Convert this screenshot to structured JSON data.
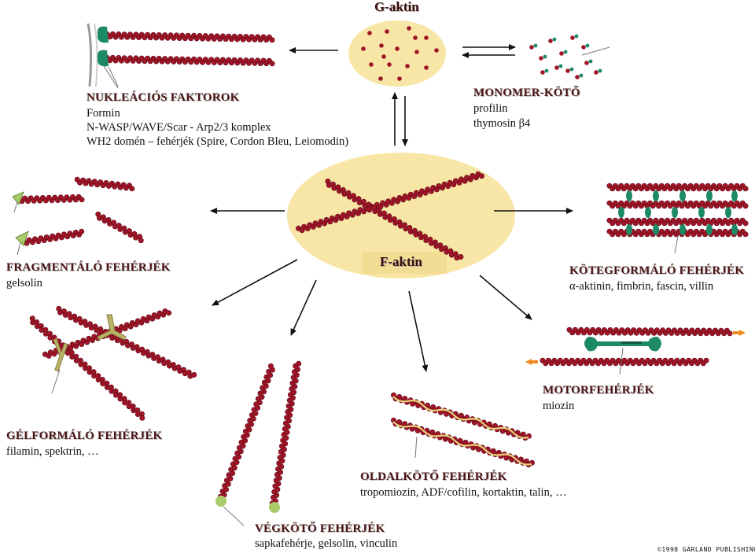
{
  "g_actin": {
    "title": "G-aktin"
  },
  "f_actin": {
    "title": "F-aktin"
  },
  "nucleation": {
    "title": "NUKLEÁCIÓS FAKTOROK",
    "lines": [
      "Formin",
      "N-WASP/WAVE/Scar - Arp2/3 komplex",
      "WH2 domén – fehérjék (Spire, Cordon Bleu, Leiomodin)"
    ]
  },
  "monomer": {
    "title": "MONOMER-KÖTŐ",
    "lines": [
      "profilin",
      "thymosin β4"
    ]
  },
  "fragmenting": {
    "title": "FRAGMENTÁLÓ FEHÉRJÉK",
    "lines": [
      "gelsolin"
    ]
  },
  "bundling": {
    "title": "KÖTEGFORMÁLÓ FEHÉRJÉK",
    "lines": [
      "α-aktinin, fimbrin, fascin, villin"
    ]
  },
  "motor": {
    "title": "MOTORFEHÉRJÉK",
    "lines": [
      "miozin"
    ]
  },
  "gelforming": {
    "title": "GÉLFORMÁLÓ FEHÉRJÉK",
    "lines": [
      "filamin, spektrin, …"
    ]
  },
  "sidebinding": {
    "title": "OLDALKÖTŐ FEHÉRJÉK",
    "lines": [
      "tropomiozin, ADF/cofilin, kortaktin, talin, …"
    ]
  },
  "endbinding": {
    "title": "VÉGKÖTŐ FEHÉRJÉK",
    "lines": [
      "sapkafehérje, gelsolin, vinculin"
    ]
  },
  "copyright": "©1998 GARLAND PUBLISHING",
  "colors": {
    "filament": "#a01428",
    "filament_dark": "#5e0a16",
    "ellipse_fill": "#f7e6a6",
    "accessory_green": "#1d8a66",
    "endcap_green": "#a9cc6a",
    "arrow_orange": "#f08a1c",
    "crosslink_olive": "#b9b46a"
  }
}
